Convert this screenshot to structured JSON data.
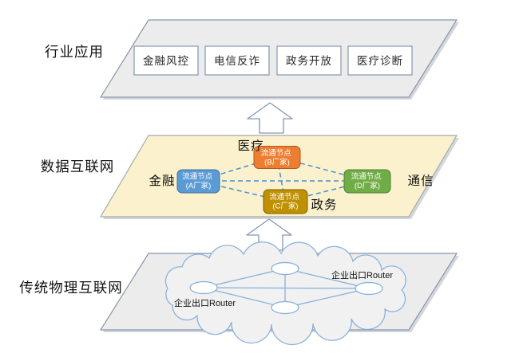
{
  "layers": {
    "industry": {
      "label": "行业应用",
      "apps": [
        {
          "label": "金融风控"
        },
        {
          "label": "电信反诈"
        },
        {
          "label": "政务开放"
        },
        {
          "label": "医疗诊断"
        }
      ]
    },
    "data_internet": {
      "label": "数据互联网",
      "nodes": [
        {
          "line1": "流通节点",
          "line2": "(A厂家)",
          "domain": "金融",
          "color": "#5B9BD5",
          "border": "#41719C"
        },
        {
          "line1": "流通节点",
          "line2": "(B厂家)",
          "domain": "医疗",
          "color": "#ED7D31",
          "border": "#AE5A21"
        },
        {
          "line1": "流通节点",
          "line2": "(C厂家)",
          "domain": "政务",
          "color": "#BF9000",
          "border": "#7F6000"
        },
        {
          "line1": "流通节点",
          "line2": "(D厂家)",
          "domain": "通信",
          "color": "#70AD47",
          "border": "#507E32"
        }
      ]
    },
    "physical": {
      "label": "传统物理互联网",
      "router_label_left": "企业出口Router",
      "router_label_right": "企业出口Router"
    }
  },
  "colors": {
    "layer_gray_fill": "#ECECEC",
    "layer_gray_stroke": "#8796AC",
    "layer_yellow_fill": "#FCF1CD",
    "layer_yellow_stroke": "#A2AAAD",
    "app_box_fill": "#FFFFFF",
    "app_box_stroke": "#8496B0",
    "dashed_link": "#4A90D2",
    "cloud_fill": "#F1F1F1",
    "cloud_stroke": "#84AEDB",
    "net_link": "#84AEDB",
    "router_node_fill": "#FFFFFF",
    "arrow_fill": "#FFFFFF",
    "arrow_stroke": "#8496B0",
    "shadow": "rgba(110,120,135,0.30)"
  }
}
